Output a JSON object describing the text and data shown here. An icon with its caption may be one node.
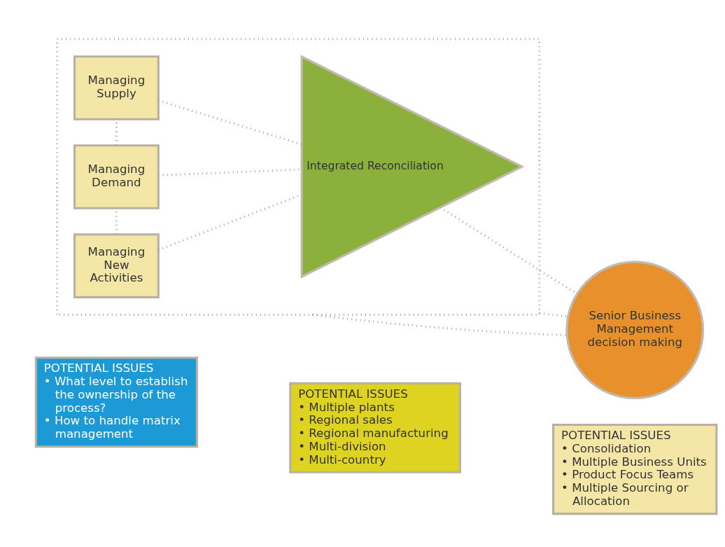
{
  "diagram": {
    "nodes": [
      {
        "text": [],
        "shape": "box"
      },
      {
        "text": [
          "Managing New Activities"
        ],
        "in": 0
      },
      {
        "text": [
          "Managing Demand"
        ],
        "in": 0
      },
      {
        "text": [
          "Managing Supply"
        ],
        "in": 0
      },
      {
        "text": [
          "Integrated Reconciliation"
        ],
        "in": 0
      },
      {
        "text": [
          "Senior Business Management decision making"
        ]
      },
      {
        "text": [
          "POTENTIAL ISSUES",
          "• What level to establish the ownership of the process?",
          "• How to handle matrix management"
        ]
      },
      {
        "text": [
          "POTENTIAL ISSUES",
          "• Multiple plants",
          "• Regional sales",
          "• Regional manufacturing",
          "• Multi-division",
          "• Multi-country"
        ]
      },
      {
        "text": [
          "POTENTIAL ISSUES",
          "• Consolidation",
          "• Multiple Business Units",
          "• Product Focus Teams",
          "• Multiple Sourcing or Allocation"
        ]
      }
    ],
    "edges": [
      {
        "from": 1,
        "to": 2,
        "arrow": "none"
      },
      {
        "from": 2,
        "to": 3,
        "arrow": "none"
      },
      {
        "from": 1,
        "to": 4,
        "arrow": "none"
      },
      {
        "from": 2,
        "to": 4,
        "arrow": "none"
      },
      {
        "from": 3,
        "to": 4,
        "arrow": "none"
      },
      {
        "from": 4,
        "to": 5,
        "arrow": "none"
      },
      {
        "from": 0,
        "to": 5,
        "arrow": "none"
      },
      {
        "from": 0,
        "to": 5,
        "arrow": "none"
      }
    ]
  }
}
